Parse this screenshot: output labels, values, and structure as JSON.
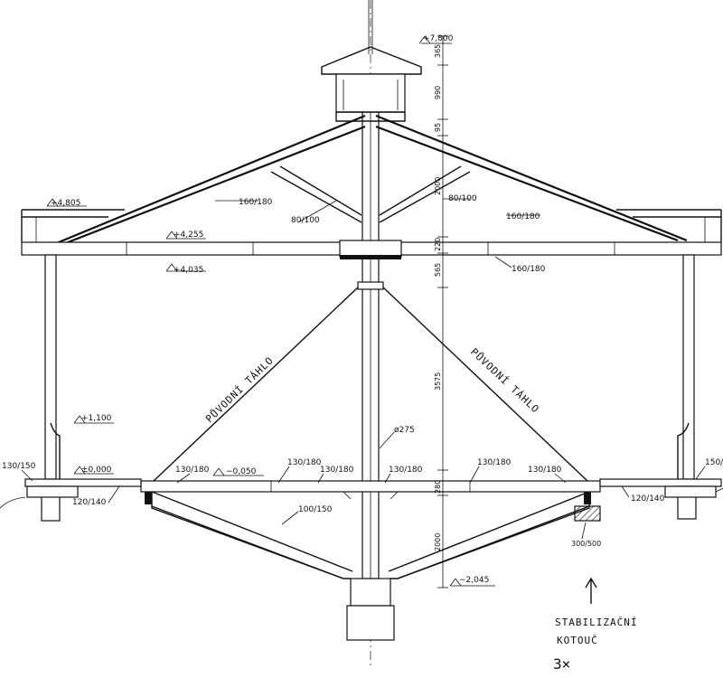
{
  "levels": {
    "top": "+7,800",
    "eave_left": "+4,805",
    "tie_top": "+4,255",
    "tie_bottom": "+4,035",
    "wall": "+1,100",
    "floor": "±0,000",
    "floor_edge": "−0,050",
    "bottom": "−2,045"
  },
  "vertical_dims": [
    "365",
    "990",
    "95",
    "2000",
    "220",
    "565",
    "3575",
    "280",
    "2000"
  ],
  "members": {
    "rafter_left": "160/180",
    "rafter_right": "160/180",
    "strut_left": "80/100",
    "strut_right": "80/100",
    "tie_beam": "160/180",
    "column": "ø275",
    "floor_beam_1": "130/180",
    "floor_beam_2": "130/180",
    "floor_beam_3": "130/180",
    "floor_beam_4": "130/180",
    "floor_beam_5": "130/180",
    "floor_beam_6": "130/180",
    "base_strut": "100/150",
    "edge_left_top": "130/150",
    "edge_left_bottom": "120/140",
    "edge_right_top": "150/",
    "edge_right_bottom": "120/140",
    "support_block": "300/500"
  },
  "handwritten": {
    "tendon_left": "PŮVODNÍ TÁHLO",
    "tendon_right": "PŮVODNÍ TÁHLO",
    "note_line1": "STABILIZAČNÍ",
    "note_line2": "KOTOUČ",
    "note_line3": "3×"
  }
}
